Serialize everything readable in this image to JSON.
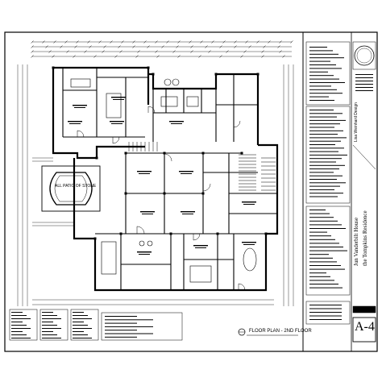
{
  "sheet": {
    "sheet_number": "A-4",
    "drawing_title": "FLOOR PLAN - 2ND FLOOR",
    "patio_label": "ALL PATIO OF STONE",
    "project_name": "Jun Vanderbilt House",
    "client_line": "the Tompkins Residence",
    "firm_vertical": "Lisa Weinhard Design"
  }
}
